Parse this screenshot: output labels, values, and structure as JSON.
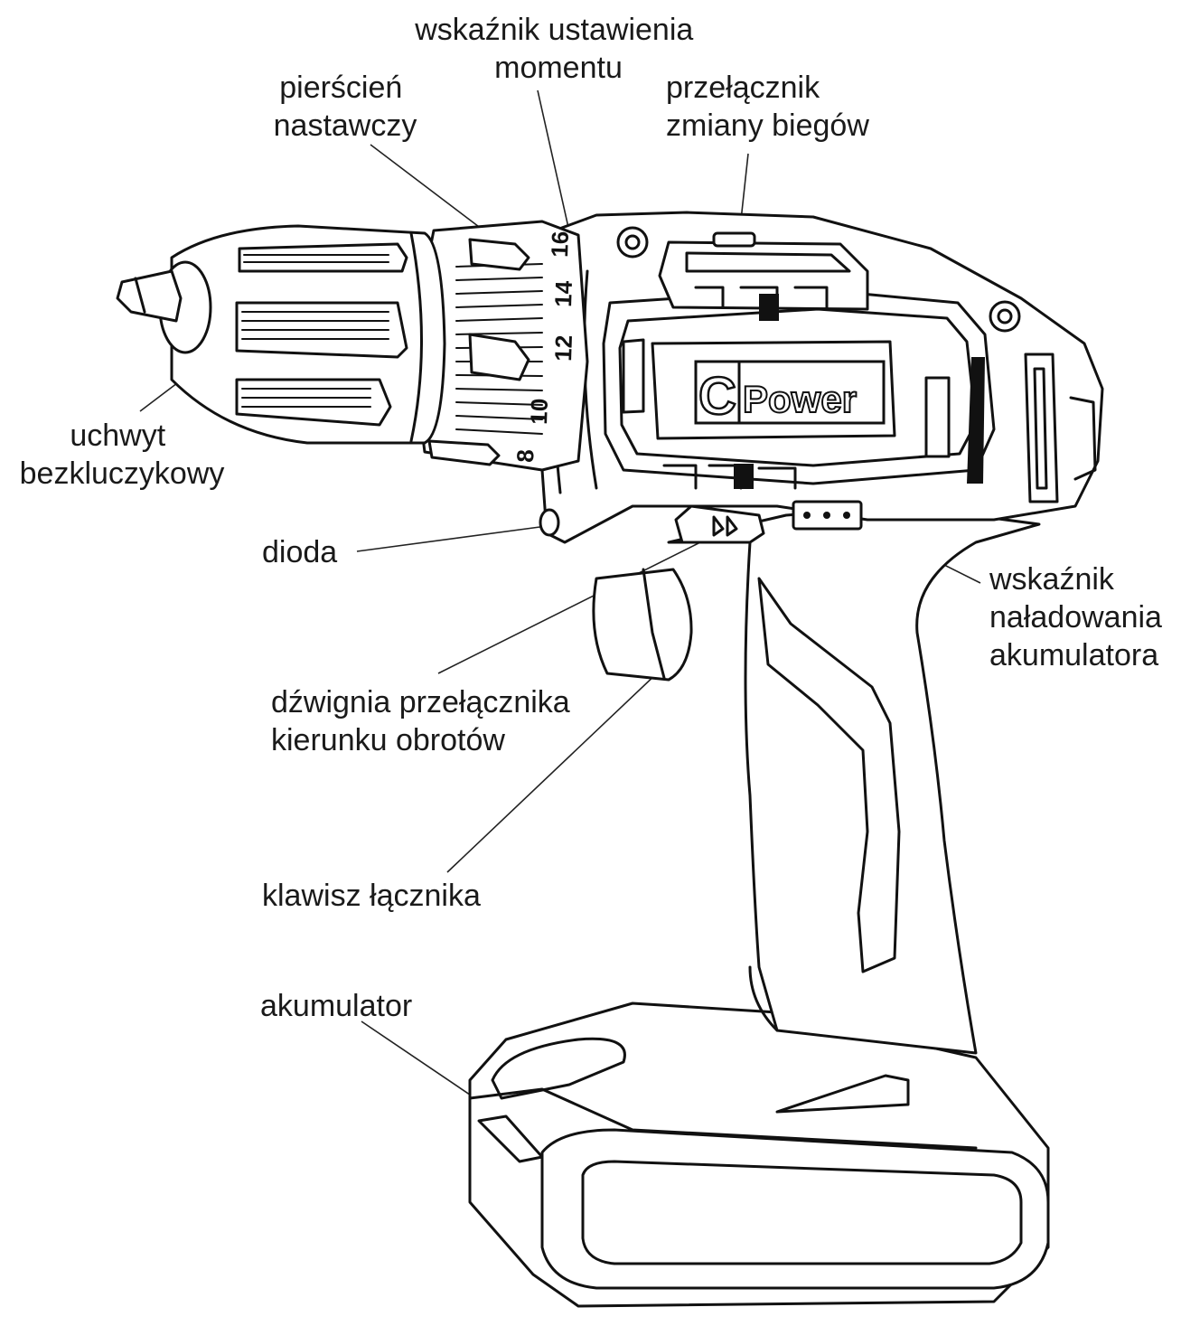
{
  "labels": {
    "torque_indicator": [
      "wskaźnik ustawienia",
      "momentu"
    ],
    "adjust_ring": [
      "pierścień",
      "nastawczy"
    ],
    "gear_switch": [
      "przełącznik",
      "zmiany biegów"
    ],
    "keyless_chuck": [
      "uchwyt",
      "bezkluczykowy"
    ],
    "led": [
      "dioda"
    ],
    "charge_indicator": [
      "wskaźnik",
      "naładowania",
      "akumulatora"
    ],
    "direction_lever": [
      "dźwignia przełącznika",
      "kierunku obrotów"
    ],
    "trigger": [
      "klawisz łącznika"
    ],
    "battery": [
      "akumulator"
    ]
  },
  "brand": {
    "mark": "C",
    "name": "Power"
  },
  "dial_numbers": [
    "8",
    "10",
    "12",
    "14",
    "16"
  ]
}
